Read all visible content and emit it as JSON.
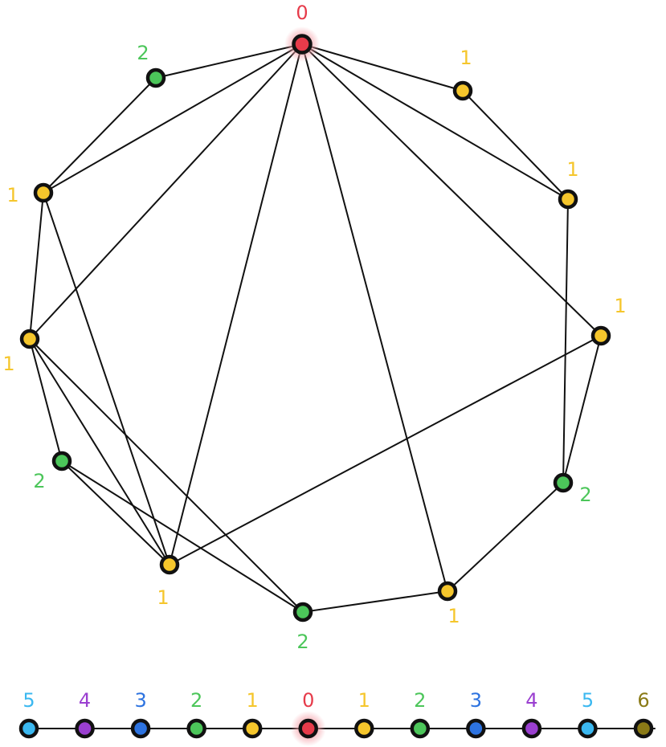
{
  "colors": {
    "d0": "#e63b4a",
    "d1": "#f5c62c",
    "d2": "#4cc65a",
    "d3": "#2d73e0",
    "d4": "#9a3fd0",
    "d5": "#3bb8f0",
    "d6": "#8a7a16",
    "edge": "#111111",
    "halo": "#f4a0a8"
  },
  "graph": {
    "nodes": [
      {
        "id": "n0",
        "label": "0",
        "depth": 0
      },
      {
        "id": "n1",
        "label": "2",
        "depth": 2
      },
      {
        "id": "n2",
        "label": "1",
        "depth": 1
      },
      {
        "id": "n3",
        "label": "1",
        "depth": 1
      },
      {
        "id": "n4",
        "label": "2",
        "depth": 2
      },
      {
        "id": "n5",
        "label": "1",
        "depth": 1
      },
      {
        "id": "n6",
        "label": "2",
        "depth": 2
      },
      {
        "id": "n7",
        "label": "1",
        "depth": 1
      },
      {
        "id": "n8",
        "label": "2",
        "depth": 2
      },
      {
        "id": "n9",
        "label": "1",
        "depth": 1
      },
      {
        "id": "n10",
        "label": "1",
        "depth": 1
      },
      {
        "id": "n11",
        "label": "1",
        "depth": 1
      }
    ],
    "edges": [
      [
        "n0",
        "n1"
      ],
      [
        "n0",
        "n2"
      ],
      [
        "n0",
        "n3"
      ],
      [
        "n0",
        "n5"
      ],
      [
        "n0",
        "n7"
      ],
      [
        "n0",
        "n11"
      ],
      [
        "n0",
        "n10"
      ],
      [
        "n0",
        "n9"
      ],
      [
        "n1",
        "n2"
      ],
      [
        "n2",
        "n3"
      ],
      [
        "n2",
        "n5"
      ],
      [
        "n3",
        "n4"
      ],
      [
        "n3",
        "n5"
      ],
      [
        "n3",
        "n6"
      ],
      [
        "n4",
        "n5"
      ],
      [
        "n4",
        "n6"
      ],
      [
        "n5",
        "n9"
      ],
      [
        "n6",
        "n7"
      ],
      [
        "n7",
        "n8"
      ],
      [
        "n8",
        "n10"
      ],
      [
        "n9",
        "n8"
      ],
      [
        "n11",
        "n10"
      ]
    ]
  },
  "path": {
    "nodes": [
      {
        "label": "5",
        "depth": 5
      },
      {
        "label": "4",
        "depth": 4
      },
      {
        "label": "3",
        "depth": 3
      },
      {
        "label": "2",
        "depth": 2
      },
      {
        "label": "1",
        "depth": 1
      },
      {
        "label": "0",
        "depth": 0
      },
      {
        "label": "1",
        "depth": 1
      },
      {
        "label": "2",
        "depth": 2
      },
      {
        "label": "3",
        "depth": 3
      },
      {
        "label": "4",
        "depth": 4
      },
      {
        "label": "5",
        "depth": 5
      },
      {
        "label": "6",
        "depth": 6
      }
    ]
  }
}
